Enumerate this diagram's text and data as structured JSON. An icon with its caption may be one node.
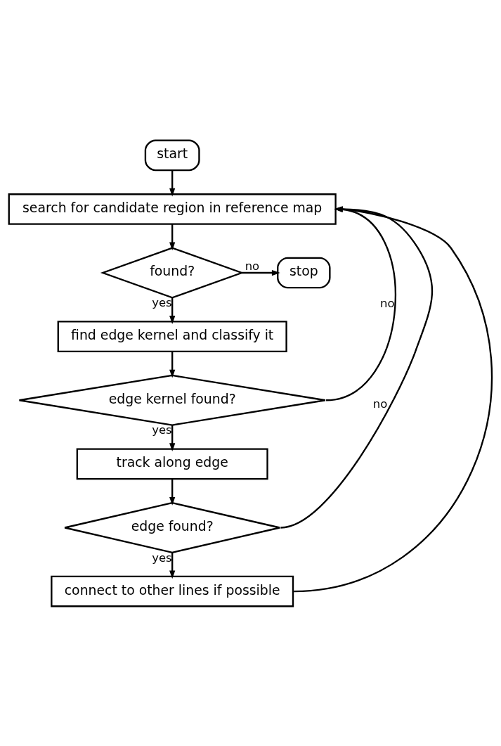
{
  "diagram": {
    "nodes": [
      {
        "text": [
          "start"
        ]
      },
      {
        "text": [
          "search for candidate region in reference map"
        ]
      },
      {
        "text": [
          "found?"
        ]
      },
      {
        "text": [
          "stop"
        ]
      },
      {
        "text": [
          "find edge kernel and classify it"
        ]
      },
      {
        "text": [
          "edge kernel found?"
        ]
      },
      {
        "text": [
          "track along edge"
        ]
      },
      {
        "text": [
          "edge found?"
        ]
      },
      {
        "text": [
          "connect to other lines if possible"
        ]
      }
    ],
    "edges": [
      {
        "from": 0,
        "to": 1,
        "arrow": "to"
      },
      {
        "from": 1,
        "to": 2,
        "arrow": "to"
      },
      {
        "from": 2,
        "to": 3,
        "arrow": "to",
        "label": "no"
      },
      {
        "from": 2,
        "to": 4,
        "arrow": "to",
        "label": "yes"
      },
      {
        "from": 4,
        "to": 5,
        "arrow": "to"
      },
      {
        "from": 5,
        "to": 6,
        "arrow": "to",
        "label": "yes"
      },
      {
        "from": 5,
        "to": 1,
        "arrow": "to",
        "label": "no"
      },
      {
        "from": 6,
        "to": 7,
        "arrow": "to"
      },
      {
        "from": 7,
        "to": 8,
        "arrow": "to",
        "label": "yes"
      },
      {
        "from": 7,
        "to": 1,
        "arrow": "to",
        "label": "no"
      },
      {
        "from": 8,
        "to": 1,
        "arrow": "to"
      }
    ]
  }
}
